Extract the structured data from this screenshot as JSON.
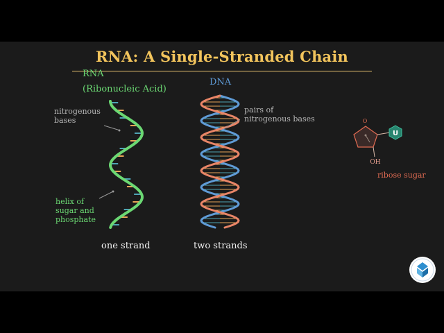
{
  "slide": {
    "title": "RNA: A Single-Stranded Chain",
    "rna_label": "RNA",
    "rna_sub": "(Ribonucleic Acid)",
    "dna_label": "DNA",
    "nitrogenous_bases": [
      "nitrogenous",
      "bases"
    ],
    "helix_label": [
      "helix of",
      "sugar and",
      "phosphate"
    ],
    "pairs_label": [
      "pairs of",
      "nitrogenous bases"
    ],
    "one_strand": "one strand",
    "two_strands": "two strands",
    "ribose": {
      "o_top": "O",
      "base": "U",
      "oh": "OH",
      "label": "ribose sugar"
    }
  },
  "colors": {
    "background": "#1b1b1b",
    "title": "#f2c45c",
    "rna_green": "#6bd873",
    "dna_blue": "#5f9bd6",
    "dna_orange": "#e98567",
    "rung_teal": "#4fa5b5",
    "rung_orange": "#e8a558",
    "ribose_fill": "#3a2a28",
    "ribose_stroke": "#e06b52",
    "base_teal": "#28856f"
  },
  "icons": {
    "logo": "organization-logo-icon",
    "ribose": "pentagon-ribose-icon"
  }
}
